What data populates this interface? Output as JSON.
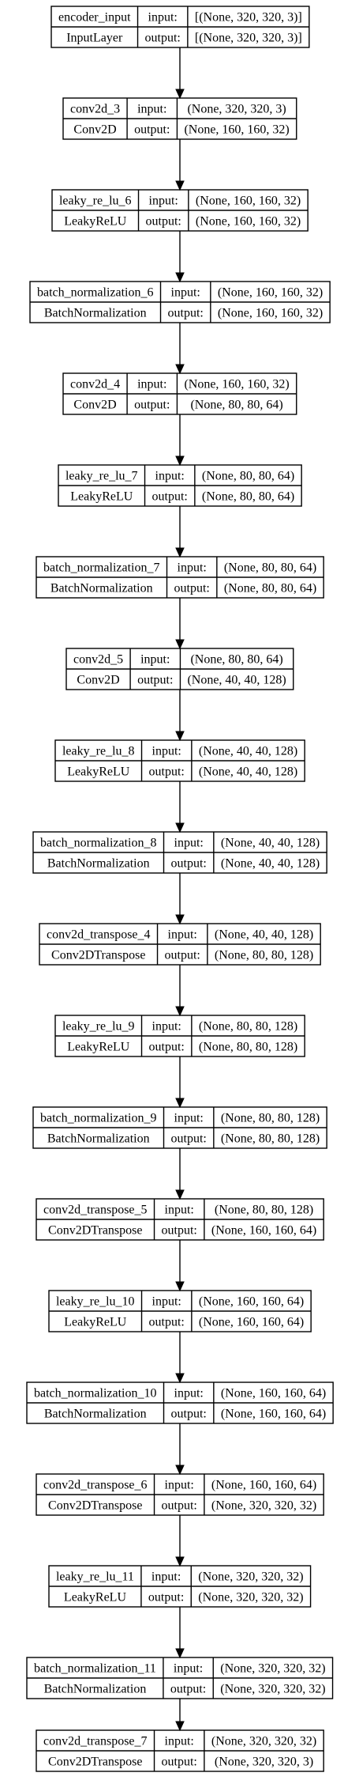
{
  "layers": [
    {
      "name": "encoder_input",
      "type": "InputLayer",
      "input_label": "input:",
      "output_label": "output:",
      "input": "[(None, 320, 320, 3)]",
      "output": "[(None, 320, 320, 3)]"
    },
    {
      "name": "conv2d_3",
      "type": "Conv2D",
      "input_label": "input:",
      "output_label": "output:",
      "input": "(None, 320, 320, 3)",
      "output": "(None, 160, 160, 32)"
    },
    {
      "name": "leaky_re_lu_6",
      "type": "LeakyReLU",
      "input_label": "input:",
      "output_label": "output:",
      "input": "(None, 160, 160, 32)",
      "output": "(None, 160, 160, 32)"
    },
    {
      "name": "batch_normalization_6",
      "type": "BatchNormalization",
      "input_label": "input:",
      "output_label": "output:",
      "input": "(None, 160, 160, 32)",
      "output": "(None, 160, 160, 32)"
    },
    {
      "name": "conv2d_4",
      "type": "Conv2D",
      "input_label": "input:",
      "output_label": "output:",
      "input": "(None, 160, 160, 32)",
      "output": "(None, 80, 80, 64)"
    },
    {
      "name": "leaky_re_lu_7",
      "type": "LeakyReLU",
      "input_label": "input:",
      "output_label": "output:",
      "input": "(None, 80, 80, 64)",
      "output": "(None, 80, 80, 64)"
    },
    {
      "name": "batch_normalization_7",
      "type": "BatchNormalization",
      "input_label": "input:",
      "output_label": "output:",
      "input": "(None, 80, 80, 64)",
      "output": "(None, 80, 80, 64)"
    },
    {
      "name": "conv2d_5",
      "type": "Conv2D",
      "input_label": "input:",
      "output_label": "output:",
      "input": "(None, 80, 80, 64)",
      "output": "(None, 40, 40, 128)"
    },
    {
      "name": "leaky_re_lu_8",
      "type": "LeakyReLU",
      "input_label": "input:",
      "output_label": "output:",
      "input": "(None, 40, 40, 128)",
      "output": "(None, 40, 40, 128)"
    },
    {
      "name": "batch_normalization_8",
      "type": "BatchNormalization",
      "input_label": "input:",
      "output_label": "output:",
      "input": "(None, 40, 40, 128)",
      "output": "(None, 40, 40, 128)"
    },
    {
      "name": "conv2d_transpose_4",
      "type": "Conv2DTranspose",
      "input_label": "input:",
      "output_label": "output:",
      "input": "(None, 40, 40, 128)",
      "output": "(None, 80, 80, 128)"
    },
    {
      "name": "leaky_re_lu_9",
      "type": "LeakyReLU",
      "input_label": "input:",
      "output_label": "output:",
      "input": "(None, 80, 80, 128)",
      "output": "(None, 80, 80, 128)"
    },
    {
      "name": "batch_normalization_9",
      "type": "BatchNormalization",
      "input_label": "input:",
      "output_label": "output:",
      "input": "(None, 80, 80, 128)",
      "output": "(None, 80, 80, 128)"
    },
    {
      "name": "conv2d_transpose_5",
      "type": "Conv2DTranspose",
      "input_label": "input:",
      "output_label": "output:",
      "input": "(None, 80, 80, 128)",
      "output": "(None, 160, 160, 64)"
    },
    {
      "name": "leaky_re_lu_10",
      "type": "LeakyReLU",
      "input_label": "input:",
      "output_label": "output:",
      "input": "(None, 160, 160, 64)",
      "output": "(None, 160, 160, 64)"
    },
    {
      "name": "batch_normalization_10",
      "type": "BatchNormalization",
      "input_label": "input:",
      "output_label": "output:",
      "input": "(None, 160, 160, 64)",
      "output": "(None, 160, 160, 64)"
    },
    {
      "name": "conv2d_transpose_6",
      "type": "Conv2DTranspose",
      "input_label": "input:",
      "output_label": "output:",
      "input": "(None, 160, 160, 64)",
      "output": "(None, 320, 320, 32)"
    },
    {
      "name": "leaky_re_lu_11",
      "type": "LeakyReLU",
      "input_label": "input:",
      "output_label": "output:",
      "input": "(None, 320, 320, 32)",
      "output": "(None, 320, 320, 32)"
    },
    {
      "name": "batch_normalization_11",
      "type": "BatchNormalization",
      "input_label": "input:",
      "output_label": "output:",
      "input": "(None, 320, 320, 32)",
      "output": "(None, 320, 320, 32)"
    },
    {
      "name": "conv2d_transpose_7",
      "type": "Conv2DTranspose",
      "input_label": "input:",
      "output_label": "output:",
      "input": "(None, 320, 320, 32)",
      "output": "(None, 320, 320, 3)"
    }
  ]
}
